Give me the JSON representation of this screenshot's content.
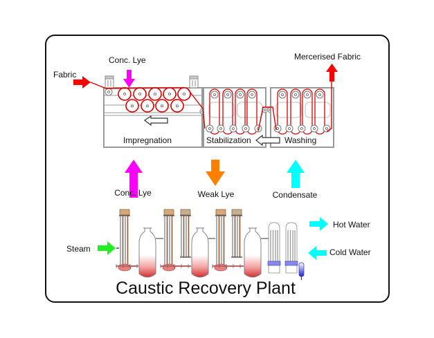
{
  "title": "Caustic Recovery Plant",
  "mercerizing_range": {
    "stages": [
      {
        "id": "impregnation",
        "label": "Impregnation"
      },
      {
        "id": "stabilization",
        "label": "Stabilization"
      },
      {
        "id": "washing",
        "label": "Washing"
      }
    ],
    "inputs": {
      "fabric": {
        "label": "Fabric",
        "color": "#ff0000"
      },
      "conc_lye_top": {
        "label": "Conc. Lye",
        "color": "#ff00ff"
      }
    },
    "outputs": {
      "mercerised_fabric": {
        "label": "Mercerised Fabric",
        "color": "#ff0000"
      }
    }
  },
  "flows": [
    {
      "id": "conc-lye",
      "label": "Conc. Lye",
      "direction": "up",
      "color": "#ff00ff"
    },
    {
      "id": "weak-lye",
      "label": "Weak Lye",
      "direction": "down",
      "color": "#ff7f00"
    },
    {
      "id": "condensate",
      "label": "Condensate",
      "direction": "up",
      "color": "#00ffff"
    }
  ],
  "recovery_plant": {
    "steam": {
      "label": "Steam",
      "color": "#22ee22"
    },
    "hot_water": {
      "label": "Hot Water",
      "color": "#00ffff"
    },
    "cold_water": {
      "label": "Cold Water",
      "color": "#00ffff"
    }
  },
  "colors": {
    "fabric_path": "#dd0000",
    "machine_outline": "#999999",
    "heater_brown": "#b07848",
    "liquor_red": "#e05050",
    "cooling_blue": "#3333dd"
  }
}
